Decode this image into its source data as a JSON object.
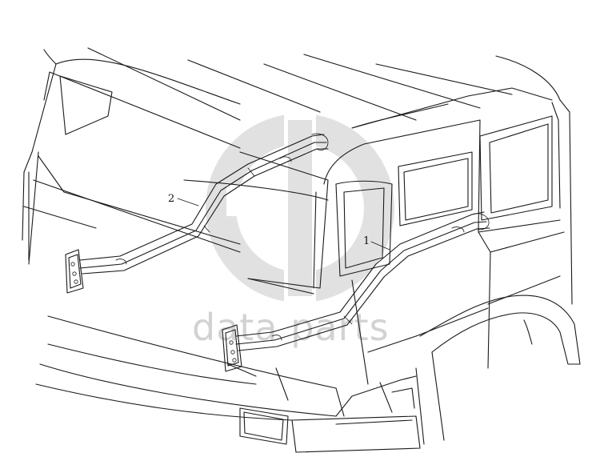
{
  "callouts": {
    "part_1": "1",
    "part_2": "2"
  },
  "watermark": {
    "text": "data parts",
    "color": "#d8d8d8"
  },
  "colors": {
    "line": "#1a1a1a",
    "background": "#ffffff"
  }
}
